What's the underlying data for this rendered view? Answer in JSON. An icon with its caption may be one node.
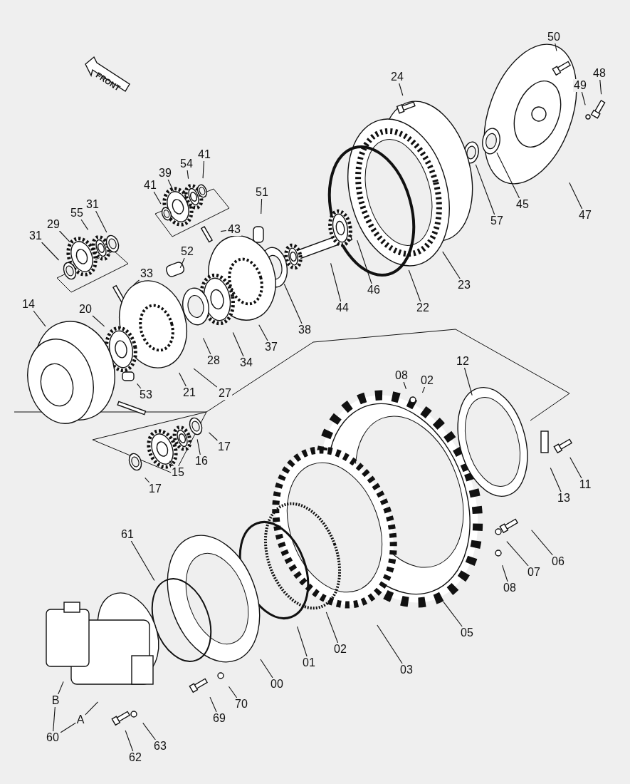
{
  "diagram": {
    "nodes": [
      {
        "text": [
          "50"
        ]
      },
      {
        "text": [
          "48"
        ]
      },
      {
        "text": [
          "24"
        ]
      },
      {
        "text": [
          "49"
        ]
      },
      {
        "text": [
          "41"
        ]
      },
      {
        "text": [
          "54"
        ]
      },
      {
        "text": [
          "39"
        ]
      },
      {
        "text": [
          "41"
        ]
      },
      {
        "text": [
          "51"
        ]
      },
      {
        "text": [
          "45"
        ]
      },
      {
        "text": [
          "31"
        ]
      },
      {
        "text": [
          "55"
        ]
      },
      {
        "text": [
          "47"
        ]
      },
      {
        "text": [
          "57"
        ]
      },
      {
        "text": [
          "29"
        ]
      },
      {
        "text": [
          "43"
        ]
      },
      {
        "text": [
          "31"
        ]
      },
      {
        "text": [
          "52"
        ]
      },
      {
        "text": [
          "33"
        ]
      },
      {
        "text": [
          "23"
        ]
      },
      {
        "text": [
          "46"
        ]
      },
      {
        "text": [
          "14"
        ]
      },
      {
        "text": [
          "44"
        ]
      },
      {
        "text": [
          "22"
        ]
      },
      {
        "text": [
          "20"
        ]
      },
      {
        "text": [
          "38"
        ]
      },
      {
        "text": [
          "37"
        ]
      },
      {
        "text": [
          "12"
        ]
      },
      {
        "text": [
          "34"
        ]
      },
      {
        "text": [
          "08"
        ]
      },
      {
        "text": [
          "28"
        ]
      },
      {
        "text": [
          "02"
        ]
      },
      {
        "text": [
          "27"
        ]
      },
      {
        "text": [
          "21"
        ]
      },
      {
        "text": [
          "53"
        ]
      },
      {
        "text": [
          "17"
        ]
      },
      {
        "text": [
          "16"
        ]
      },
      {
        "text": [
          "15"
        ]
      },
      {
        "text": [
          "11"
        ]
      },
      {
        "text": [
          "17"
        ]
      },
      {
        "text": [
          "13"
        ]
      },
      {
        "text": [
          "61"
        ]
      },
      {
        "text": [
          "06"
        ]
      },
      {
        "text": [
          "07"
        ]
      },
      {
        "text": [
          "08"
        ]
      },
      {
        "text": [
          "05"
        ]
      },
      {
        "text": [
          "02"
        ]
      },
      {
        "text": [
          "01"
        ]
      },
      {
        "text": [
          "03"
        ]
      },
      {
        "text": [
          "00"
        ]
      },
      {
        "text": [
          "B"
        ]
      },
      {
        "text": [
          "70"
        ]
      },
      {
        "text": [
          "69"
        ]
      },
      {
        "text": [
          "A"
        ]
      },
      {
        "text": [
          "60"
        ]
      },
      {
        "text": [
          "63"
        ]
      },
      {
        "text": [
          "62"
        ]
      }
    ],
    "edges": [
      {
        "from": 0,
        "to": null,
        "arrow": "none"
      },
      {
        "from": 1,
        "to": null,
        "arrow": "none"
      },
      {
        "from": 2,
        "to": null,
        "arrow": "none"
      },
      {
        "from": 3,
        "to": null,
        "arrow": "none"
      },
      {
        "from": 4,
        "to": null,
        "arrow": "none"
      },
      {
        "from": 5,
        "to": null,
        "arrow": "none"
      },
      {
        "from": 6,
        "to": null,
        "arrow": "none"
      },
      {
        "from": 7,
        "to": null,
        "arrow": "none"
      },
      {
        "from": 8,
        "to": null,
        "arrow": "none"
      },
      {
        "from": 9,
        "to": null,
        "arrow": "none"
      },
      {
        "from": 10,
        "to": null,
        "arrow": "none"
      },
      {
        "from": 11,
        "to": null,
        "arrow": "none"
      },
      {
        "from": 12,
        "to": null,
        "arrow": "none"
      },
      {
        "from": 13,
        "to": null,
        "arrow": "none"
      },
      {
        "from": 14,
        "to": null,
        "arrow": "none"
      },
      {
        "from": 15,
        "to": null,
        "arrow": "none"
      },
      {
        "from": 16,
        "to": null,
        "arrow": "none"
      },
      {
        "from": 17,
        "to": null,
        "arrow": "none"
      },
      {
        "from": 18,
        "to": null,
        "arrow": "none"
      },
      {
        "from": 19,
        "to": null,
        "arrow": "none"
      },
      {
        "from": 20,
        "to": null,
        "arrow": "none"
      },
      {
        "from": 21,
        "to": null,
        "arrow": "none"
      },
      {
        "from": 22,
        "to": null,
        "arrow": "none"
      },
      {
        "from": 23,
        "to": null,
        "arrow": "none"
      },
      {
        "from": 24,
        "to": null,
        "arrow": "none"
      },
      {
        "from": 25,
        "to": null,
        "arrow": "none"
      },
      {
        "from": 26,
        "to": null,
        "arrow": "none"
      },
      {
        "from": 27,
        "to": null,
        "arrow": "none"
      },
      {
        "from": 28,
        "to": null,
        "arrow": "none"
      },
      {
        "from": 29,
        "to": null,
        "arrow": "none"
      },
      {
        "from": 30,
        "to": null,
        "arrow": "none"
      },
      {
        "from": 31,
        "to": null,
        "arrow": "none"
      },
      {
        "from": 32,
        "to": null,
        "arrow": "none"
      },
      {
        "from": 33,
        "to": null,
        "arrow": "none"
      },
      {
        "from": 34,
        "to": null,
        "arrow": "none"
      },
      {
        "from": 35,
        "to": null,
        "arrow": "none"
      },
      {
        "from": 36,
        "to": null,
        "arrow": "none"
      },
      {
        "from": 37,
        "to": null,
        "arrow": "none"
      },
      {
        "from": 38,
        "to": null,
        "arrow": "none"
      },
      {
        "from": 39,
        "to": null,
        "arrow": "none"
      },
      {
        "from": 40,
        "to": null,
        "arrow": "none"
      },
      {
        "from": 41,
        "to": null,
        "arrow": "none"
      },
      {
        "from": 42,
        "to": null,
        "arrow": "none"
      },
      {
        "from": 43,
        "to": null,
        "arrow": "none"
      },
      {
        "from": 44,
        "to": null,
        "arrow": "none"
      },
      {
        "from": 45,
        "to": null,
        "arrow": "none"
      },
      {
        "from": 46,
        "to": null,
        "arrow": "none"
      },
      {
        "from": 47,
        "to": null,
        "arrow": "none"
      },
      {
        "from": 48,
        "to": null,
        "arrow": "none"
      },
      {
        "from": 49,
        "to": null,
        "arrow": "none"
      },
      {
        "from": 50,
        "to": null,
        "arrow": "none"
      },
      {
        "from": 51,
        "to": null,
        "arrow": "none"
      },
      {
        "from": 52,
        "to": null,
        "arrow": "none"
      },
      {
        "from": 53,
        "to": null,
        "arrow": "none"
      },
      {
        "from": 54,
        "to": 50,
        "arrow": "none"
      },
      {
        "from": 55,
        "to": null,
        "arrow": "none"
      },
      {
        "from": 56,
        "to": null,
        "arrow": "none"
      },
      {
        "from": 54,
        "to": 53,
        "arrow": "none"
      }
    ],
    "labels": [
      "FRONT"
    ]
  }
}
